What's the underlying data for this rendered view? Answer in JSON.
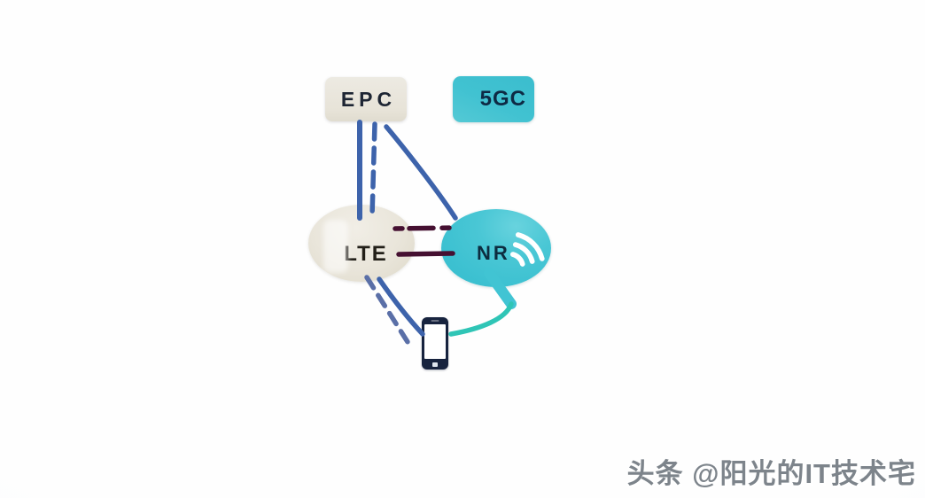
{
  "diagram": {
    "nodes": {
      "epc": {
        "label": "EPC",
        "shape": "rounded-rect",
        "fill": "#e9e5dc",
        "text_color": "#1d2533"
      },
      "5gc": {
        "label": "5GC",
        "shape": "rounded-rect",
        "fill": "#40c1d1",
        "text_color": "#0e2a44"
      },
      "lte": {
        "label": "LTE",
        "shape": "ellipse",
        "fill": "#e8e4d8",
        "text_color": "#221f18",
        "icon": "antenna-icon"
      },
      "nr": {
        "label": "NR",
        "shape": "ellipse",
        "fill": "#41c4d3",
        "text_color": "#0d2c3f",
        "icon": "signal-arcs-icon"
      },
      "ue": {
        "label": "",
        "shape": "smartphone",
        "fill": "#17233e",
        "icon": "smartphone-icon"
      }
    },
    "edges": [
      {
        "from": "EPC",
        "to": "LTE",
        "style": "solid",
        "color": "#3d63ab"
      },
      {
        "from": "EPC",
        "to": "LTE",
        "style": "dashed",
        "color": "#3d63ab"
      },
      {
        "from": "EPC",
        "to": "NR",
        "style": "solid",
        "color": "#3d63ab"
      },
      {
        "from": "LTE",
        "to": "NR",
        "style": "dashed",
        "color": "#451031"
      },
      {
        "from": "LTE",
        "to": "NR",
        "style": "solid",
        "color": "#451031"
      },
      {
        "from": "LTE",
        "to": "UE",
        "style": "dashed",
        "color": "#5a6fa7"
      },
      {
        "from": "LTE",
        "to": "UE",
        "style": "solid",
        "color": "#3d63ab"
      },
      {
        "from": "NR",
        "to": "UE",
        "style": "solid",
        "color": "#2fc5b6"
      }
    ],
    "icon_colors": {
      "signal_arcs": "#ffffff"
    }
  },
  "watermark": {
    "text": "头条 @阳光的IT技术宅",
    "color": "#7d848b"
  }
}
